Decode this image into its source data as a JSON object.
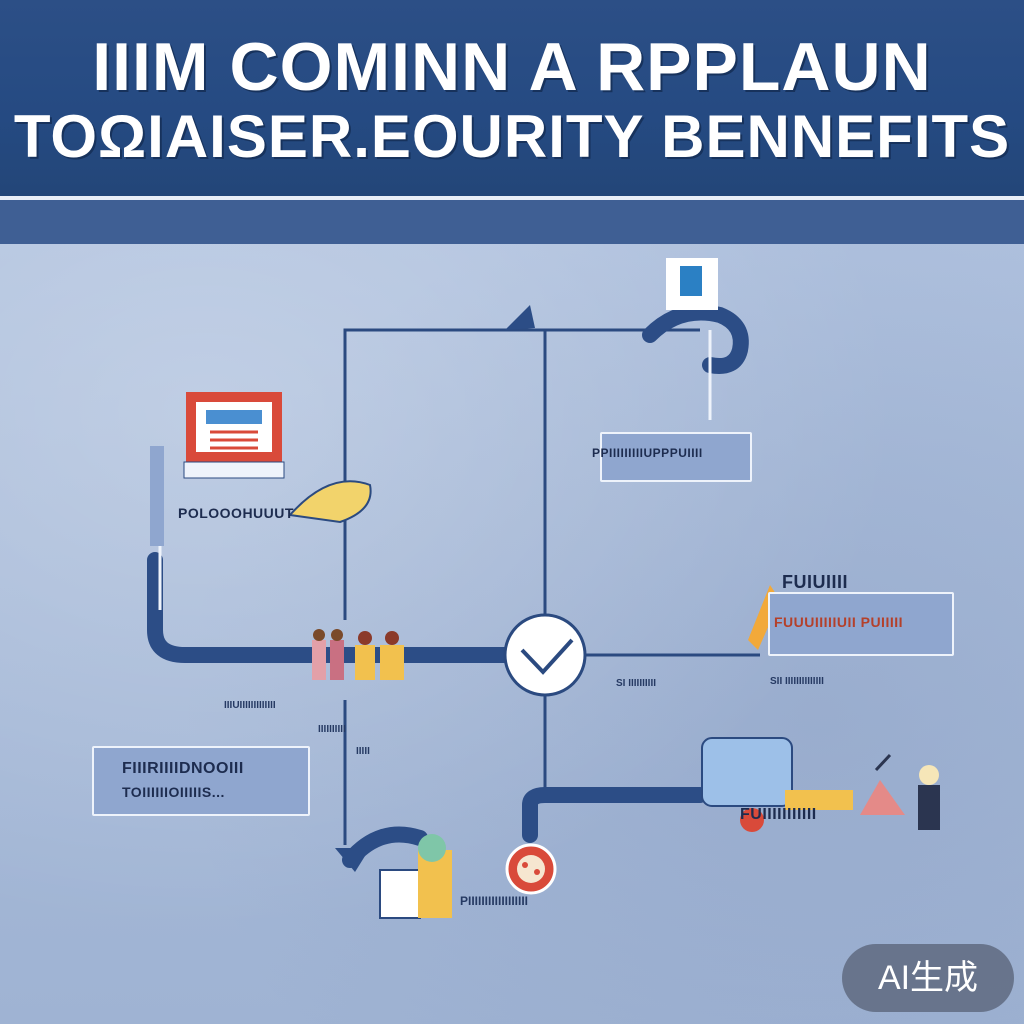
{
  "title": {
    "line1": "IIIM COMINN A RPPLAUN",
    "line2": "TOΩIAISER.EOURITY BENNEFITS"
  },
  "labels": {
    "top_right": "PPIIIIIIIIIUPPPUIIII",
    "left_mid": "POLOOOHUUUT",
    "right_mid_title": "FUIUIIII",
    "right_mid_box": "FUUUIIIIIUII PUIIIII",
    "right_mid_sub": "SI IIIIIIIIII",
    "bottom_left_box_line1": "FIIIRIIIIDNOOIII",
    "bottom_left_box_line2": "TOIIIIIIOIIIIIS...",
    "center_caption_line1": "IIIUIIIIIIIIIIIII",
    "center_caption_line2": "IIIIIIIIII",
    "center_caption_line3": "IIIII",
    "bottom_right": "FUIIIIIIIIIII",
    "bottom_caption": "PIIIIIIIIIIIIIIIIII",
    "right_low_sub": "SII IIIIIIIIIIIIII"
  },
  "badge": "AI生成",
  "colors": {
    "banner": "#284c84",
    "line": "#2a4a82",
    "accent_red": "#d94a3a",
    "accent_yellow": "#f2c14e"
  }
}
